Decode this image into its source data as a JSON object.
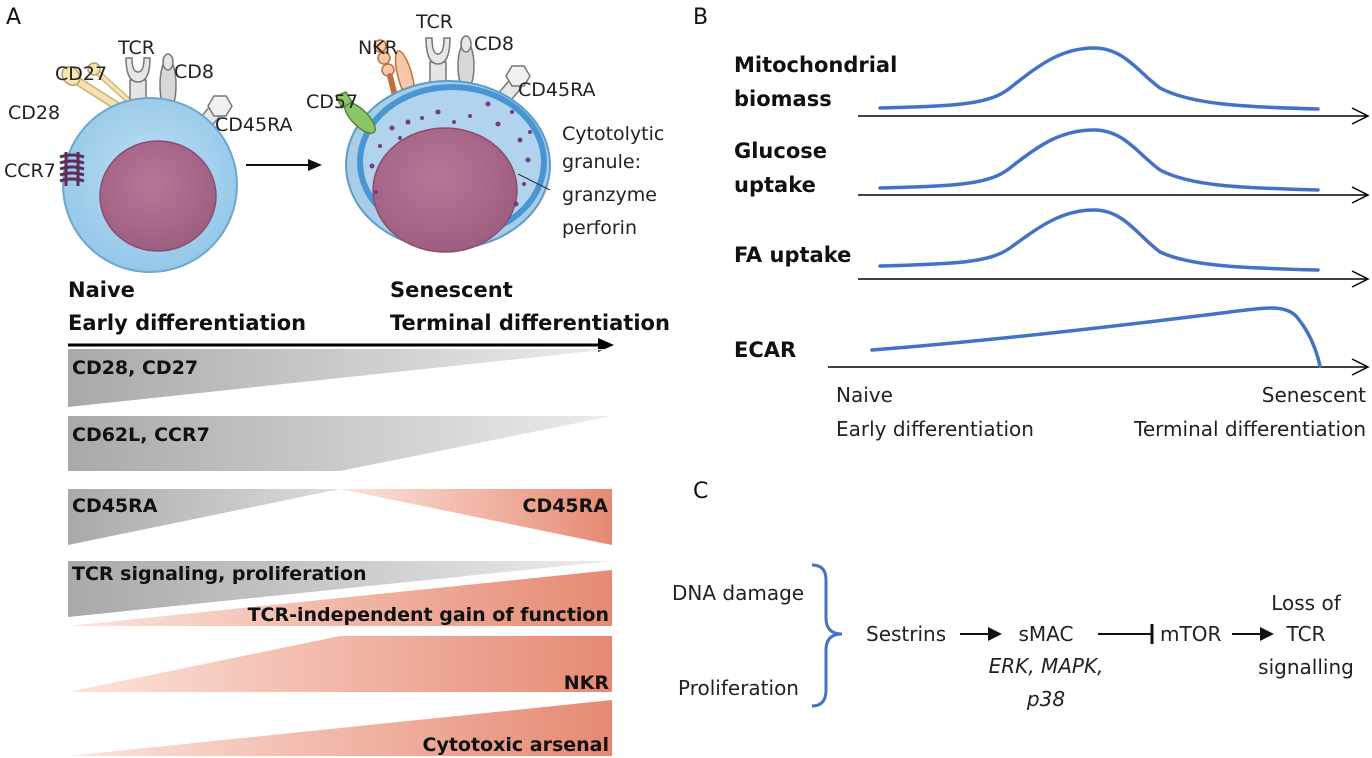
{
  "panels": {
    "a": "A",
    "b": "B",
    "c": "C"
  },
  "cell_naive": {
    "receptors": [
      "CD28",
      "CD27",
      "TCR",
      "CD8",
      "CD45RA",
      "CCR7"
    ]
  },
  "cell_senescent": {
    "receptors": [
      "NKR",
      "TCR",
      "CD8",
      "CD57",
      "CD45RA"
    ],
    "granule_label": [
      "Cytotolytic",
      "granule:",
      "granzyme",
      "perforin"
    ]
  },
  "axis_a": {
    "left": [
      "Naive",
      "Early differentiation"
    ],
    "right": [
      "Senescent",
      "Terminal differentiation"
    ]
  },
  "markers": {
    "cd28_cd27": "CD28, CD27",
    "cd62l_ccr7": "CD62L, CCR7",
    "cd45ra_left": "CD45RA",
    "cd45ra_right": "CD45RA",
    "tcr_signaling": "TCR signaling, proliferation",
    "tcr_independent": "TCR-independent gain of function",
    "nkr": "NKR",
    "cytotoxic": "Cytotoxic arsenal"
  },
  "colors": {
    "gray": "#b0b0b0",
    "salmon": "#e8907a",
    "curve": "#4472c4",
    "cell_blue": "#8ec4e6",
    "nucleus": "#a8678a"
  },
  "panel_b": {
    "rows": [
      {
        "label": [
          "Mitochondrial",
          "biomass"
        ]
      },
      {
        "label": [
          "Glucose",
          "uptake"
        ]
      },
      {
        "label": [
          "FA uptake"
        ]
      },
      {
        "label": [
          "ECAR"
        ]
      }
    ],
    "x_left": [
      "Naive",
      "Early differentiation"
    ],
    "x_right": [
      "Senescent",
      "Terminal differentiation"
    ]
  },
  "panel_c": {
    "input_top": "DNA damage",
    "input_bottom": "Proliferation",
    "sestrins": "Sestrins",
    "smac": "sMAC",
    "smac_sub": [
      "ERK, MAPK,",
      "p38"
    ],
    "mtor": "mTOR",
    "outcome": [
      "Loss of",
      "TCR",
      "signalling"
    ]
  }
}
